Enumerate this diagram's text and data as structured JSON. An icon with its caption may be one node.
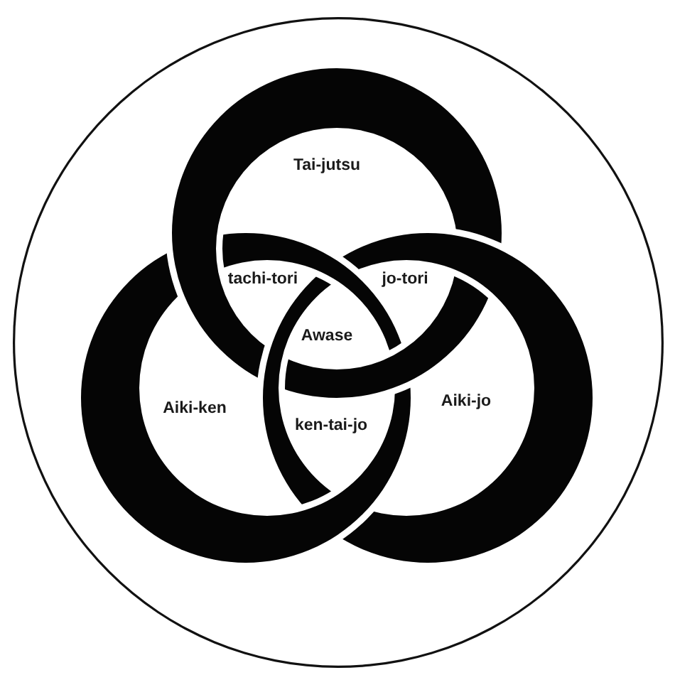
{
  "diagram": {
    "nodes": [
      {
        "text": [],
        "shape": "circle"
      },
      {
        "text": [
          "Tai-jutsu"
        ],
        "in": 0
      },
      {
        "text": [
          "Aiki-ken"
        ],
        "in": 0
      },
      {
        "text": [
          "Aiki-jo"
        ],
        "in": 0
      }
    ],
    "labels": [
      "tachi-tori",
      "jo-tori",
      "Awase",
      "ken-tai-jo"
    ]
  }
}
